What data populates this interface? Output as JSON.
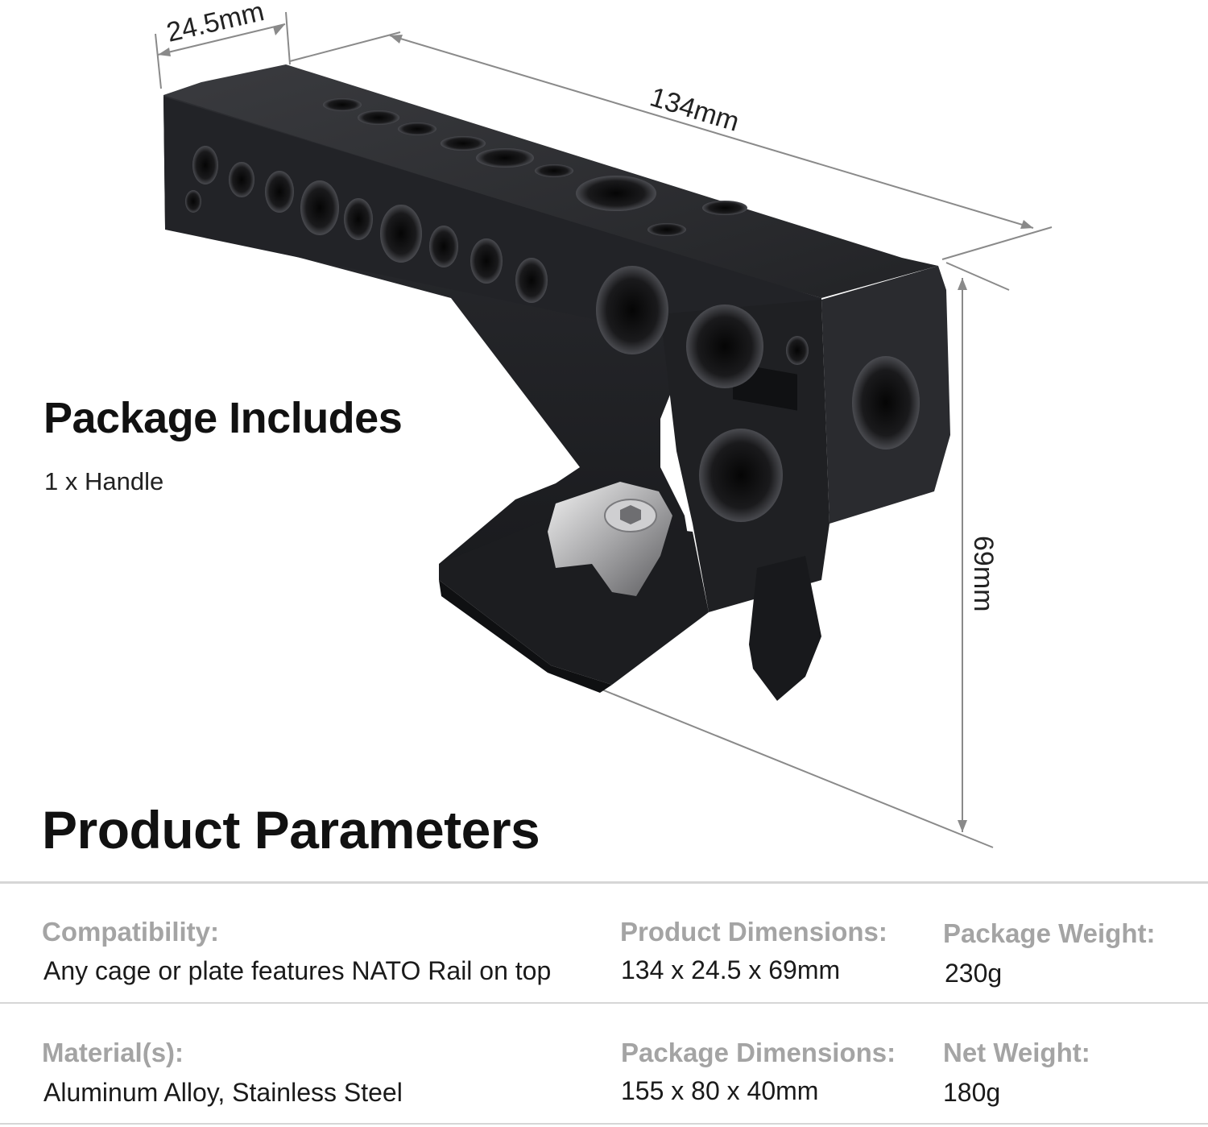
{
  "dimensions": {
    "width": "24.5mm",
    "length": "134mm",
    "height": "69mm"
  },
  "package": {
    "title": "Package Includes",
    "item": "1 x Handle"
  },
  "params": {
    "title": "Product Parameters",
    "rows": [
      [
        {
          "label": "Compatibility:",
          "value": "Any cage or plate features NATO Rail on top"
        },
        {
          "label": "Product Dimensions:",
          "value": "134 x 24.5 x 69mm"
        },
        {
          "label": "Package Weight:",
          "value": "230g"
        }
      ],
      [
        {
          "label": "Material(s):",
          "value": "Aluminum Alloy, Stainless Steel"
        },
        {
          "label": "Package Dimensions:",
          "value": "155 x 80 x 40mm"
        },
        {
          "label": "Net Weight:",
          "value": "180g"
        }
      ]
    ]
  },
  "colors": {
    "label_gray": "#a4a4a4",
    "rule_gray": "#d6d6d6",
    "product_black": "#1e1f22"
  }
}
